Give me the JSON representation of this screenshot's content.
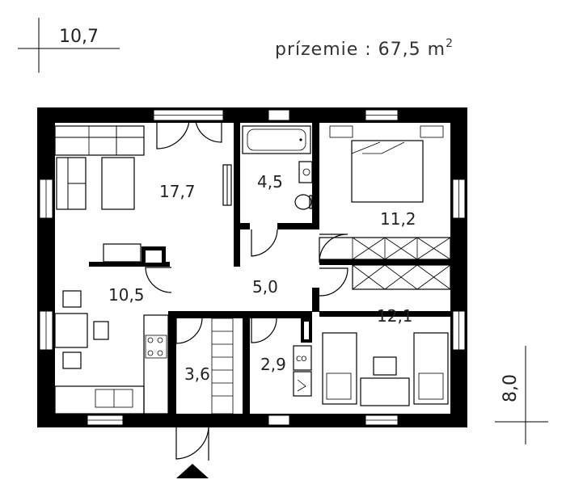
{
  "title": "prízemie : 67,5 m",
  "title_sup": "2",
  "dimensions": {
    "width": "10,7",
    "height": "8,0"
  },
  "rooms": [
    {
      "id": "living",
      "area": "17,7"
    },
    {
      "id": "bathroom",
      "area": "4,5"
    },
    {
      "id": "bedroom-1",
      "area": "11,2"
    },
    {
      "id": "kitchen-dining",
      "area": "10,5"
    },
    {
      "id": "hall",
      "area": "5,0"
    },
    {
      "id": "bedroom-2",
      "area": "12,1"
    },
    {
      "id": "stair-hall",
      "area": "3,6"
    },
    {
      "id": "utility",
      "area": "2,9"
    }
  ]
}
